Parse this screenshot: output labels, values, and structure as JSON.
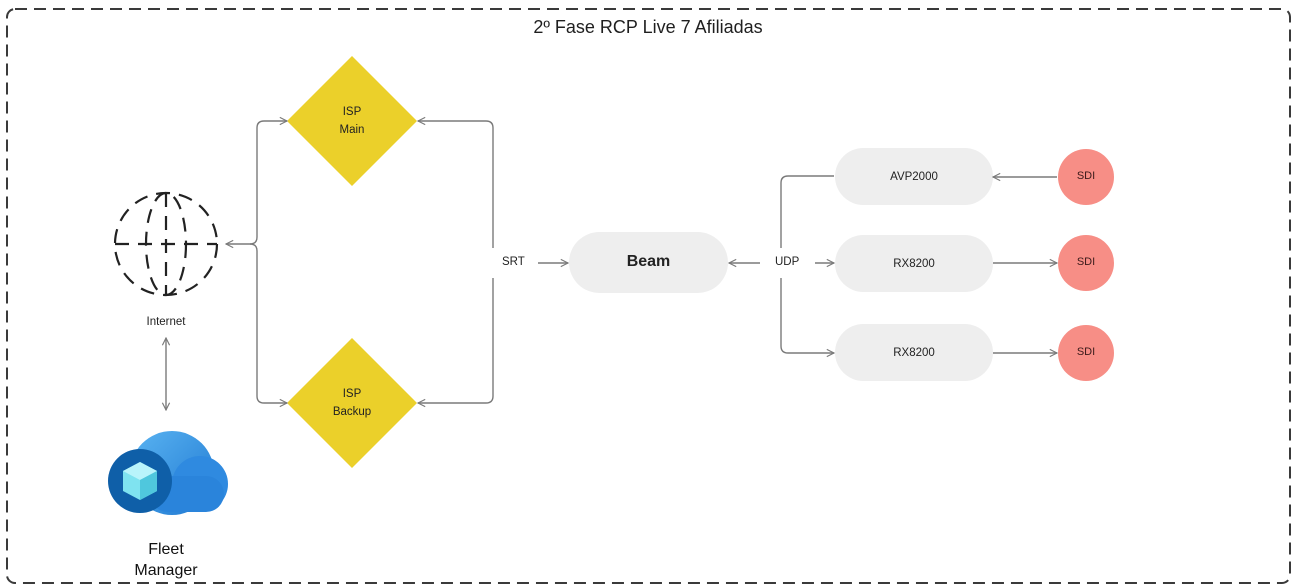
{
  "frame": {
    "title": "2º Fase RCP Live 7 Afiliadas"
  },
  "nodes": {
    "internet": {
      "icon": "globe-icon",
      "label": "Internet"
    },
    "isp_main": {
      "line1": "ISP",
      "line2": "Main"
    },
    "isp_backup": {
      "line1": "ISP",
      "line2": "Backup"
    },
    "beam": {
      "label": "Beam"
    },
    "avp2000": {
      "label": "AVP2000"
    },
    "rx8200_a": {
      "label": "RX8200"
    },
    "rx8200_b": {
      "label": "RX8200"
    },
    "sdi_1": {
      "label": "SDI"
    },
    "sdi_2": {
      "label": "SDI"
    },
    "sdi_3": {
      "label": "SDI"
    },
    "fleet_manager": {
      "icon": "cloud-cube-icon",
      "line1": "Fleet",
      "line2": "Manager"
    }
  },
  "connectors": {
    "srt": "SRT",
    "udp": "UDP"
  },
  "colors": {
    "diamond": "#ebd02a",
    "pill": "#eeeeee",
    "sdi": "#f78e86",
    "line": "#7a7a7a",
    "frame_border": "#3a3a3a",
    "cloud_light": "#4aa3ea",
    "cloud_dark": "#0f5fa8",
    "cube": "#7fe3f0"
  }
}
